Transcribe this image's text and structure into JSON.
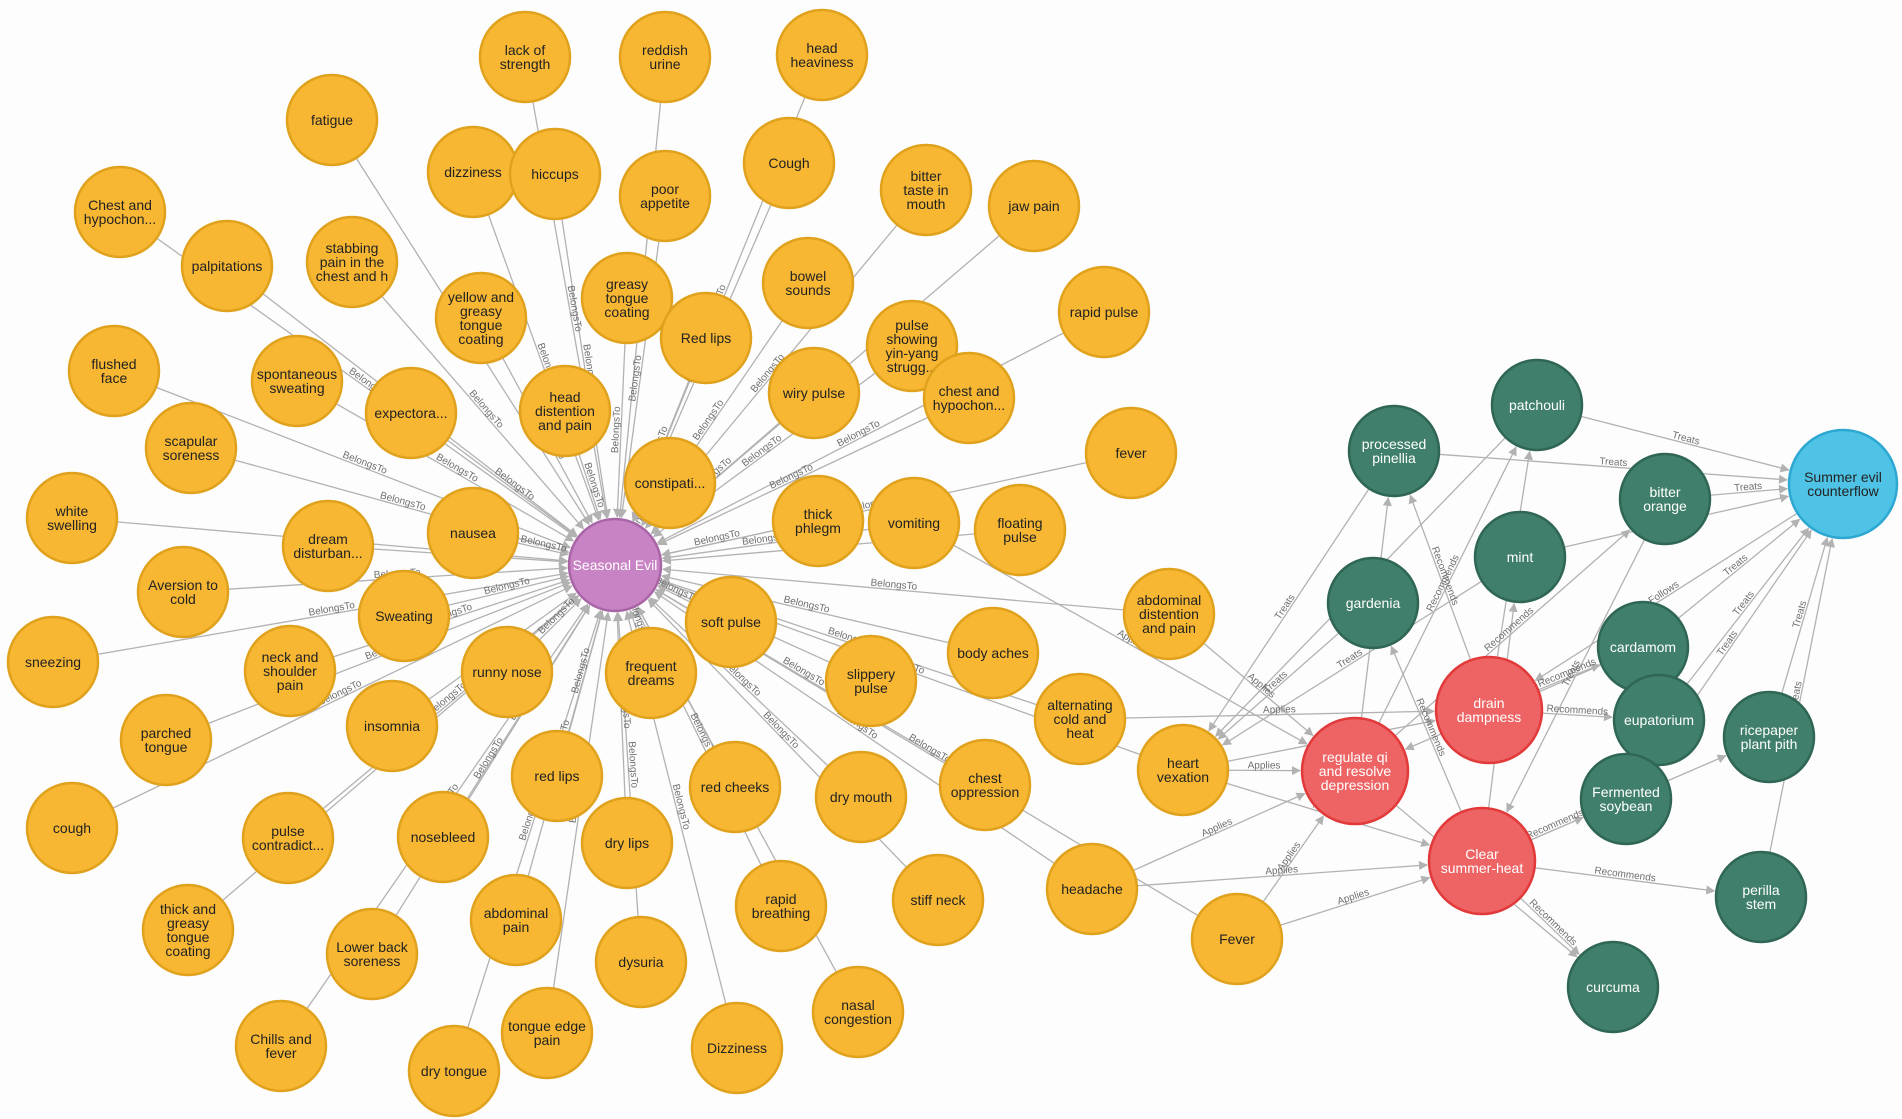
{
  "colors": {
    "symptom": "#F7B733",
    "symptom_stroke": "#E0A21C",
    "category": "#C883C4",
    "category_stroke": "#A865A6",
    "herb": "#3F7F6B",
    "herb_stroke": "#2F6655",
    "treatment": "#EE6363",
    "treatment_stroke": "#E23A3A",
    "disease": "#4FC3E5",
    "disease_stroke": "#2CA8D2",
    "edge": "#B2B2B2"
  },
  "edge_labels": {
    "belongs": "BelongsTo",
    "treats": "Treats",
    "recommends": "Recommends",
    "applies": "Applies",
    "follows": "Follows"
  },
  "nodes": [
    {
      "id": "seasonal",
      "label": "Seasonal Evil",
      "type": "category"
    },
    {
      "id": "lack_strength",
      "label": "lack of strength",
      "type": "symptom"
    },
    {
      "id": "reddish_urine",
      "label": "reddish urine",
      "type": "symptom"
    },
    {
      "id": "head_heaviness",
      "label": "head heaviness",
      "type": "symptom"
    },
    {
      "id": "fatigue",
      "label": "fatigue",
      "type": "symptom"
    },
    {
      "id": "dizziness",
      "label": "dizziness",
      "type": "symptom"
    },
    {
      "id": "hiccups",
      "label": "hiccups",
      "type": "symptom"
    },
    {
      "id": "poor_appetite",
      "label": "poor appetite",
      "type": "symptom"
    },
    {
      "id": "cough_u",
      "label": "Cough",
      "type": "symptom"
    },
    {
      "id": "bitter_taste",
      "label": "bitter taste in mouth",
      "type": "symptom"
    },
    {
      "id": "jaw_pain",
      "label": "jaw pain",
      "type": "symptom"
    },
    {
      "id": "chest_hypo1",
      "label": "Chest and hypochon...",
      "type": "symptom"
    },
    {
      "id": "palpitations",
      "label": "palpitations",
      "type": "symptom"
    },
    {
      "id": "stabbing",
      "label": "stabbing pain in the chest and h",
      "type": "symptom"
    },
    {
      "id": "yellow_greasy",
      "label": "yellow and greasy tongue coating",
      "type": "symptom"
    },
    {
      "id": "greasy_tongue",
      "label": "greasy tongue coating",
      "type": "symptom"
    },
    {
      "id": "bowel_sounds",
      "label": "bowel sounds",
      "type": "symptom"
    },
    {
      "id": "rapid_pulse",
      "label": "rapid pulse",
      "type": "symptom"
    },
    {
      "id": "red_lips_u",
      "label": "Red lips",
      "type": "symptom"
    },
    {
      "id": "pulse_yinyang",
      "label": "pulse showing yin-yang strugg...",
      "type": "symptom"
    },
    {
      "id": "flushed_face",
      "label": "flushed face",
      "type": "symptom"
    },
    {
      "id": "spontaneous_sweat",
      "label": "spontaneous sweating",
      "type": "symptom"
    },
    {
      "id": "expectora",
      "label": "expectora...",
      "type": "symptom"
    },
    {
      "id": "head_distention",
      "label": "head distention and pain",
      "type": "symptom"
    },
    {
      "id": "wiry_pulse",
      "label": "wiry pulse",
      "type": "symptom"
    },
    {
      "id": "chest_hypo2",
      "label": "chest and hypochon...",
      "type": "symptom"
    },
    {
      "id": "scapular",
      "label": "scapular soreness",
      "type": "symptom"
    },
    {
      "id": "fever_l",
      "label": "fever",
      "type": "symptom"
    },
    {
      "id": "constipation",
      "label": "constipati...",
      "type": "symptom"
    },
    {
      "id": "white_swelling",
      "label": "white swelling",
      "type": "symptom"
    },
    {
      "id": "nausea",
      "label": "nausea",
      "type": "symptom"
    },
    {
      "id": "dream_disturb",
      "label": "dream disturban...",
      "type": "symptom"
    },
    {
      "id": "thick_phlegm",
      "label": "thick phlegm",
      "type": "symptom"
    },
    {
      "id": "vomiting",
      "label": "vomiting",
      "type": "symptom"
    },
    {
      "id": "floating_pulse",
      "label": "floating pulse",
      "type": "symptom"
    },
    {
      "id": "aversion_cold",
      "label": "Aversion to cold",
      "type": "symptom"
    },
    {
      "id": "sweating",
      "label": "Sweating",
      "type": "symptom"
    },
    {
      "id": "abdominal_dist",
      "label": "abdominal distention and pain",
      "type": "symptom"
    },
    {
      "id": "sneezing",
      "label": "sneezing",
      "type": "symptom"
    },
    {
      "id": "neck_shoulder",
      "label": "neck and shoulder pain",
      "type": "symptom"
    },
    {
      "id": "runny_nose",
      "label": "runny nose",
      "type": "symptom"
    },
    {
      "id": "soft_pulse",
      "label": "soft pulse",
      "type": "symptom"
    },
    {
      "id": "frequent_dreams",
      "label": "frequent dreams",
      "type": "symptom"
    },
    {
      "id": "body_aches",
      "label": "body aches",
      "type": "symptom"
    },
    {
      "id": "slippery_pulse",
      "label": "slippery pulse",
      "type": "symptom"
    },
    {
      "id": "parched_tongue",
      "label": "parched tongue",
      "type": "symptom"
    },
    {
      "id": "insomnia",
      "label": "insomnia",
      "type": "symptom"
    },
    {
      "id": "alternating",
      "label": "alternating cold and heat",
      "type": "symptom"
    },
    {
      "id": "heart_vexation",
      "label": "heart vexation",
      "type": "symptom"
    },
    {
      "id": "cough_l",
      "label": "cough",
      "type": "symptom"
    },
    {
      "id": "red_lips_l",
      "label": "red lips",
      "type": "symptom"
    },
    {
      "id": "red_cheeks",
      "label": "red cheeks",
      "type": "symptom"
    },
    {
      "id": "dry_mouth",
      "label": "dry mouth",
      "type": "symptom"
    },
    {
      "id": "chest_oppression",
      "label": "chest oppression",
      "type": "symptom"
    },
    {
      "id": "pulse_contradict",
      "label": "pulse contradict...",
      "type": "symptom"
    },
    {
      "id": "nosebleed",
      "label": "nosebleed",
      "type": "symptom"
    },
    {
      "id": "dry_lips",
      "label": "dry lips",
      "type": "symptom"
    },
    {
      "id": "thick_greasy",
      "label": "thick and greasy tongue coating",
      "type": "symptom"
    },
    {
      "id": "lower_back",
      "label": "Lower back soreness",
      "type": "symptom"
    },
    {
      "id": "abdominal_pain",
      "label": "abdominal pain",
      "type": "symptom"
    },
    {
      "id": "rapid_breathing",
      "label": "rapid breathing",
      "type": "symptom"
    },
    {
      "id": "stiff_neck",
      "label": "stiff neck",
      "type": "symptom"
    },
    {
      "id": "headache",
      "label": "headache",
      "type": "symptom"
    },
    {
      "id": "fever_u",
      "label": "Fever",
      "type": "symptom"
    },
    {
      "id": "dysuria",
      "label": "dysuria",
      "type": "symptom"
    },
    {
      "id": "nasal_congestion",
      "label": "nasal congestion",
      "type": "symptom"
    },
    {
      "id": "chills_fever",
      "label": "Chills and fever",
      "type": "symptom"
    },
    {
      "id": "tongue_edge",
      "label": "tongue edge pain",
      "type": "symptom"
    },
    {
      "id": "dizziness_u",
      "label": "Dizziness",
      "type": "symptom"
    },
    {
      "id": "dry_tongue",
      "label": "dry tongue",
      "type": "symptom"
    },
    {
      "id": "patchouli",
      "label": "patchouli",
      "type": "herb"
    },
    {
      "id": "pinellia",
      "label": "processed pinellia",
      "type": "herb"
    },
    {
      "id": "bitter_orange",
      "label": "bitter orange",
      "type": "herb"
    },
    {
      "id": "mint",
      "label": "mint",
      "type": "herb"
    },
    {
      "id": "gardenia",
      "label": "gardenia",
      "type": "herb"
    },
    {
      "id": "cardamom",
      "label": "cardamom",
      "type": "herb"
    },
    {
      "id": "eupatorium",
      "label": "eupatorium",
      "type": "herb"
    },
    {
      "id": "ricepaper",
      "label": "ricepaper plant pith",
      "type": "herb"
    },
    {
      "id": "soybean",
      "label": "Fermented soybean",
      "type": "herb"
    },
    {
      "id": "perilla",
      "label": "perilla stem",
      "type": "herb"
    },
    {
      "id": "curcuma",
      "label": "curcuma",
      "type": "herb"
    },
    {
      "id": "drain_damp",
      "label": "drain dampness",
      "type": "treatment"
    },
    {
      "id": "regulate_qi",
      "label": "regulate qi and resolve depression",
      "type": "treatment"
    },
    {
      "id": "clear_heat",
      "label": "Clear summer-heat",
      "type": "treatment"
    },
    {
      "id": "summer_evil",
      "label": "Summer evil counterflow",
      "type": "disease"
    }
  ]
}
